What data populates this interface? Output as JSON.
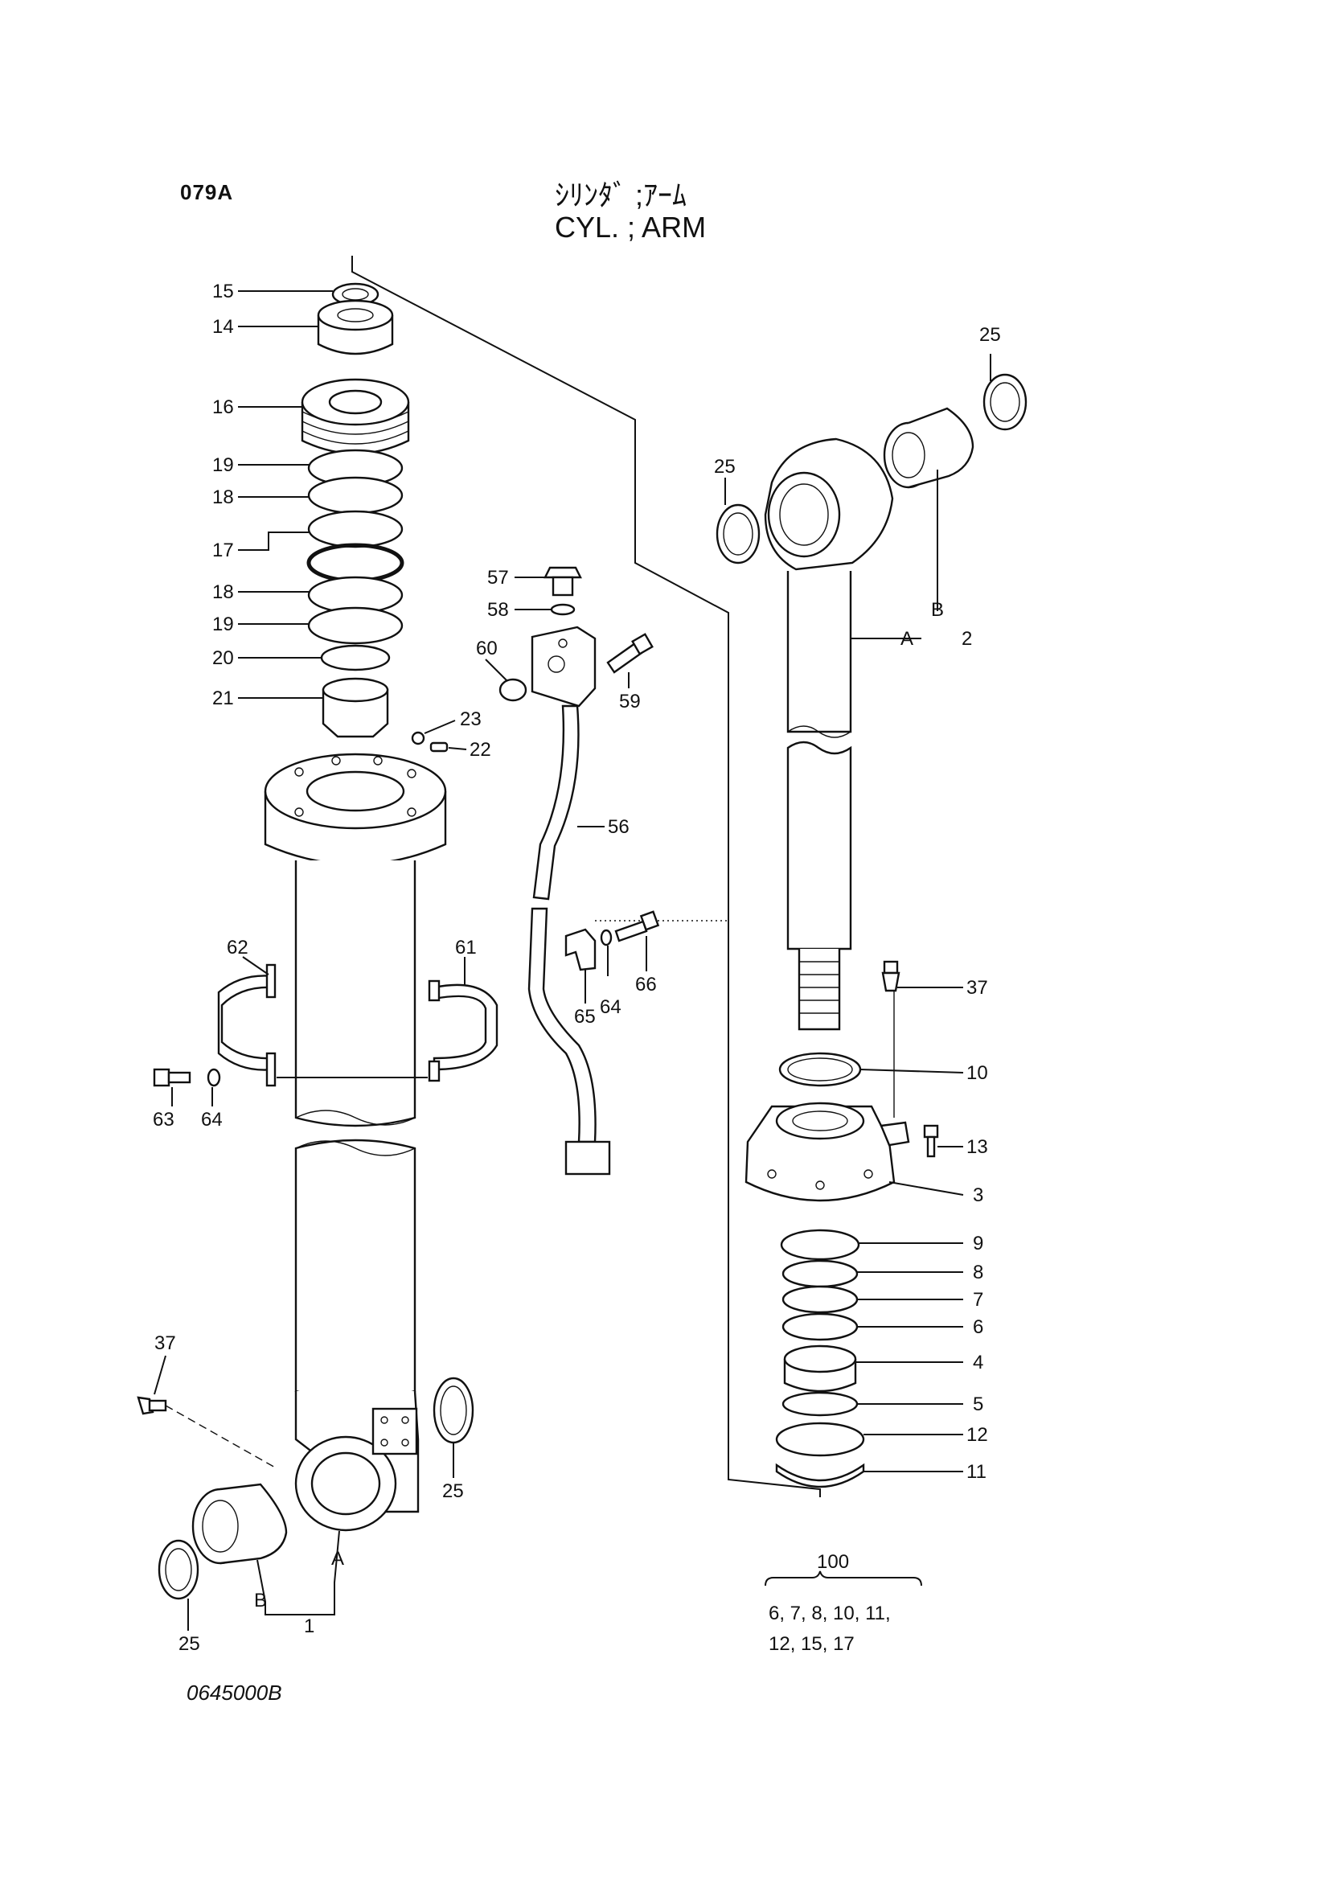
{
  "header": {
    "page_code": "079A",
    "title_jp": "ｼﾘﾝﾀﾞ ;ｱｰﾑ",
    "title_en": "CYL. ; ARM"
  },
  "footer": {
    "drawing_number": "0645000B"
  },
  "callouts": {
    "c15": "15",
    "c14": "14",
    "c16": "16",
    "c19a": "19",
    "c18a": "18",
    "c17": "17",
    "c18b": "18",
    "c19b": "19",
    "c20": "20",
    "c21": "21",
    "c23": "23",
    "c22": "22",
    "c57": "57",
    "c58": "58",
    "c60": "60",
    "c59": "59",
    "c56": "56",
    "c62": "62",
    "c61": "61",
    "c63": "63",
    "c64a": "64",
    "c65": "65",
    "c64b": "64",
    "c66": "66",
    "c37a": "37",
    "c25a": "25",
    "c25b": "25",
    "c_a1": "A",
    "c_b1": "B",
    "c1": "1",
    "c25c": "25",
    "c25d": "25",
    "c_b2": "B",
    "c_a2": "A",
    "c2": "2",
    "c37b": "37",
    "c10": "10",
    "c13": "13",
    "c3": "3",
    "c9": "9",
    "c8": "8",
    "c7": "7",
    "c6": "6",
    "c4": "4",
    "c5": "5",
    "c12": "12",
    "c11": "11"
  },
  "kit": {
    "number": "100",
    "line1": "6, 7, 8, 10, 11,",
    "line2": "12, 15, 17"
  }
}
